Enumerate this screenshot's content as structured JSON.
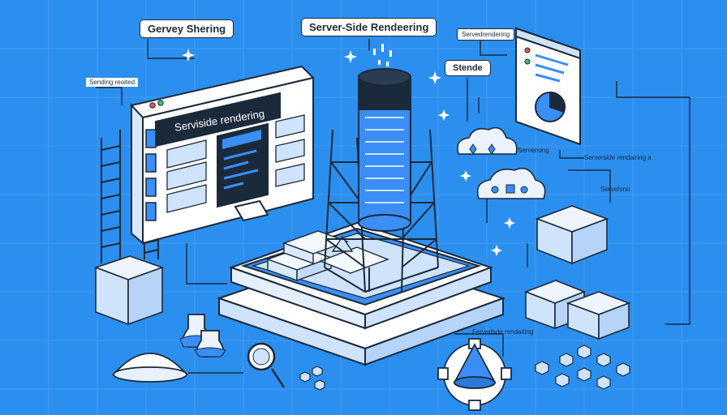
{
  "labels": {
    "gervey": "Gervey Shering",
    "ssr": "Server-Side Rendeering",
    "small_top": "Servedrendering",
    "stende": "Stende",
    "sending": "Sending reoited",
    "screen_title": "Serviside rendering",
    "servenong": "Servenong",
    "serverside_rendering": "Serverside rendairing a",
    "servefono": "Servefono",
    "bottom_center": "Fervedsde rendaiting"
  },
  "colors": {
    "background": "#2b8ff0",
    "ink": "#1b2a3a",
    "panel": "#ffffff",
    "accent": "#3a8ef5",
    "light_blue": "#cfe3fb"
  }
}
